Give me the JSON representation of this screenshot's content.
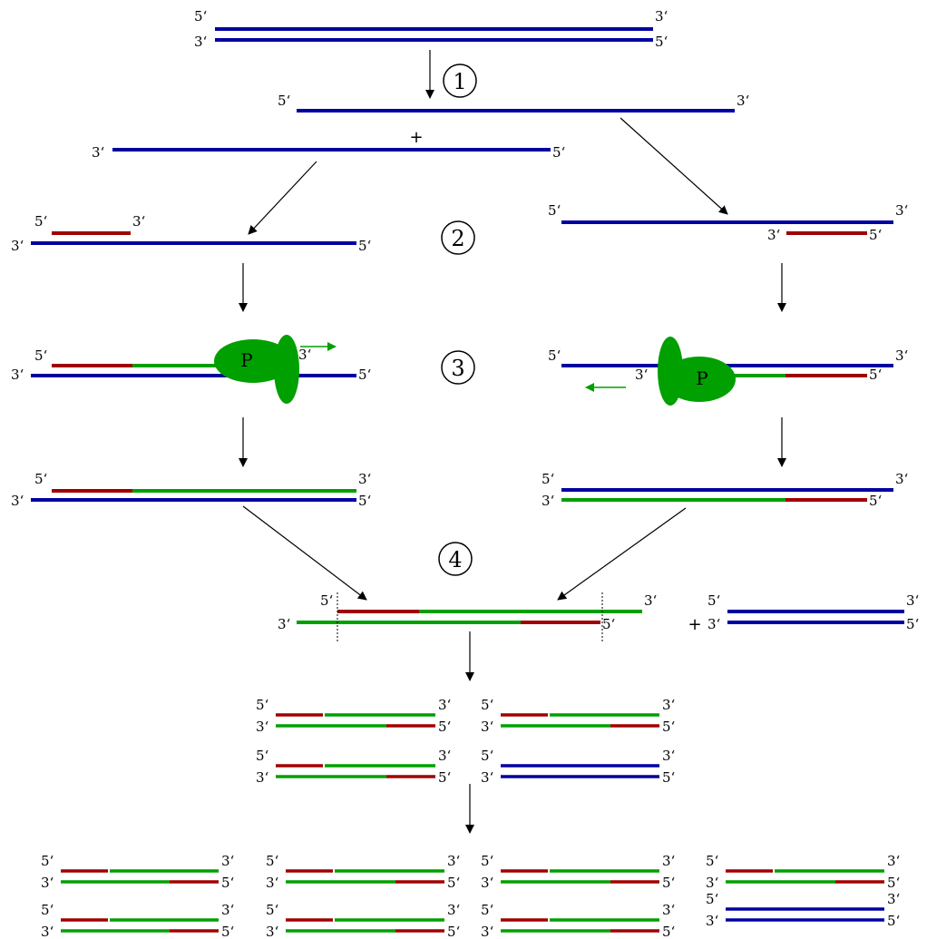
{
  "colors": {
    "template": "#0000a0",
    "primer": "#a00000",
    "synthesized": "#00a000",
    "polymerase": "#00a000",
    "arrow": "#000000"
  },
  "labels": {
    "five_prime": "5‘",
    "three_prime": "3‘",
    "plus": "+",
    "polymerase": "P"
  },
  "steps": [
    "1",
    "2",
    "3",
    "4"
  ],
  "icons": [
    "polymerase-enzyme",
    "arrow-down",
    "arrow-diagonal"
  ]
}
